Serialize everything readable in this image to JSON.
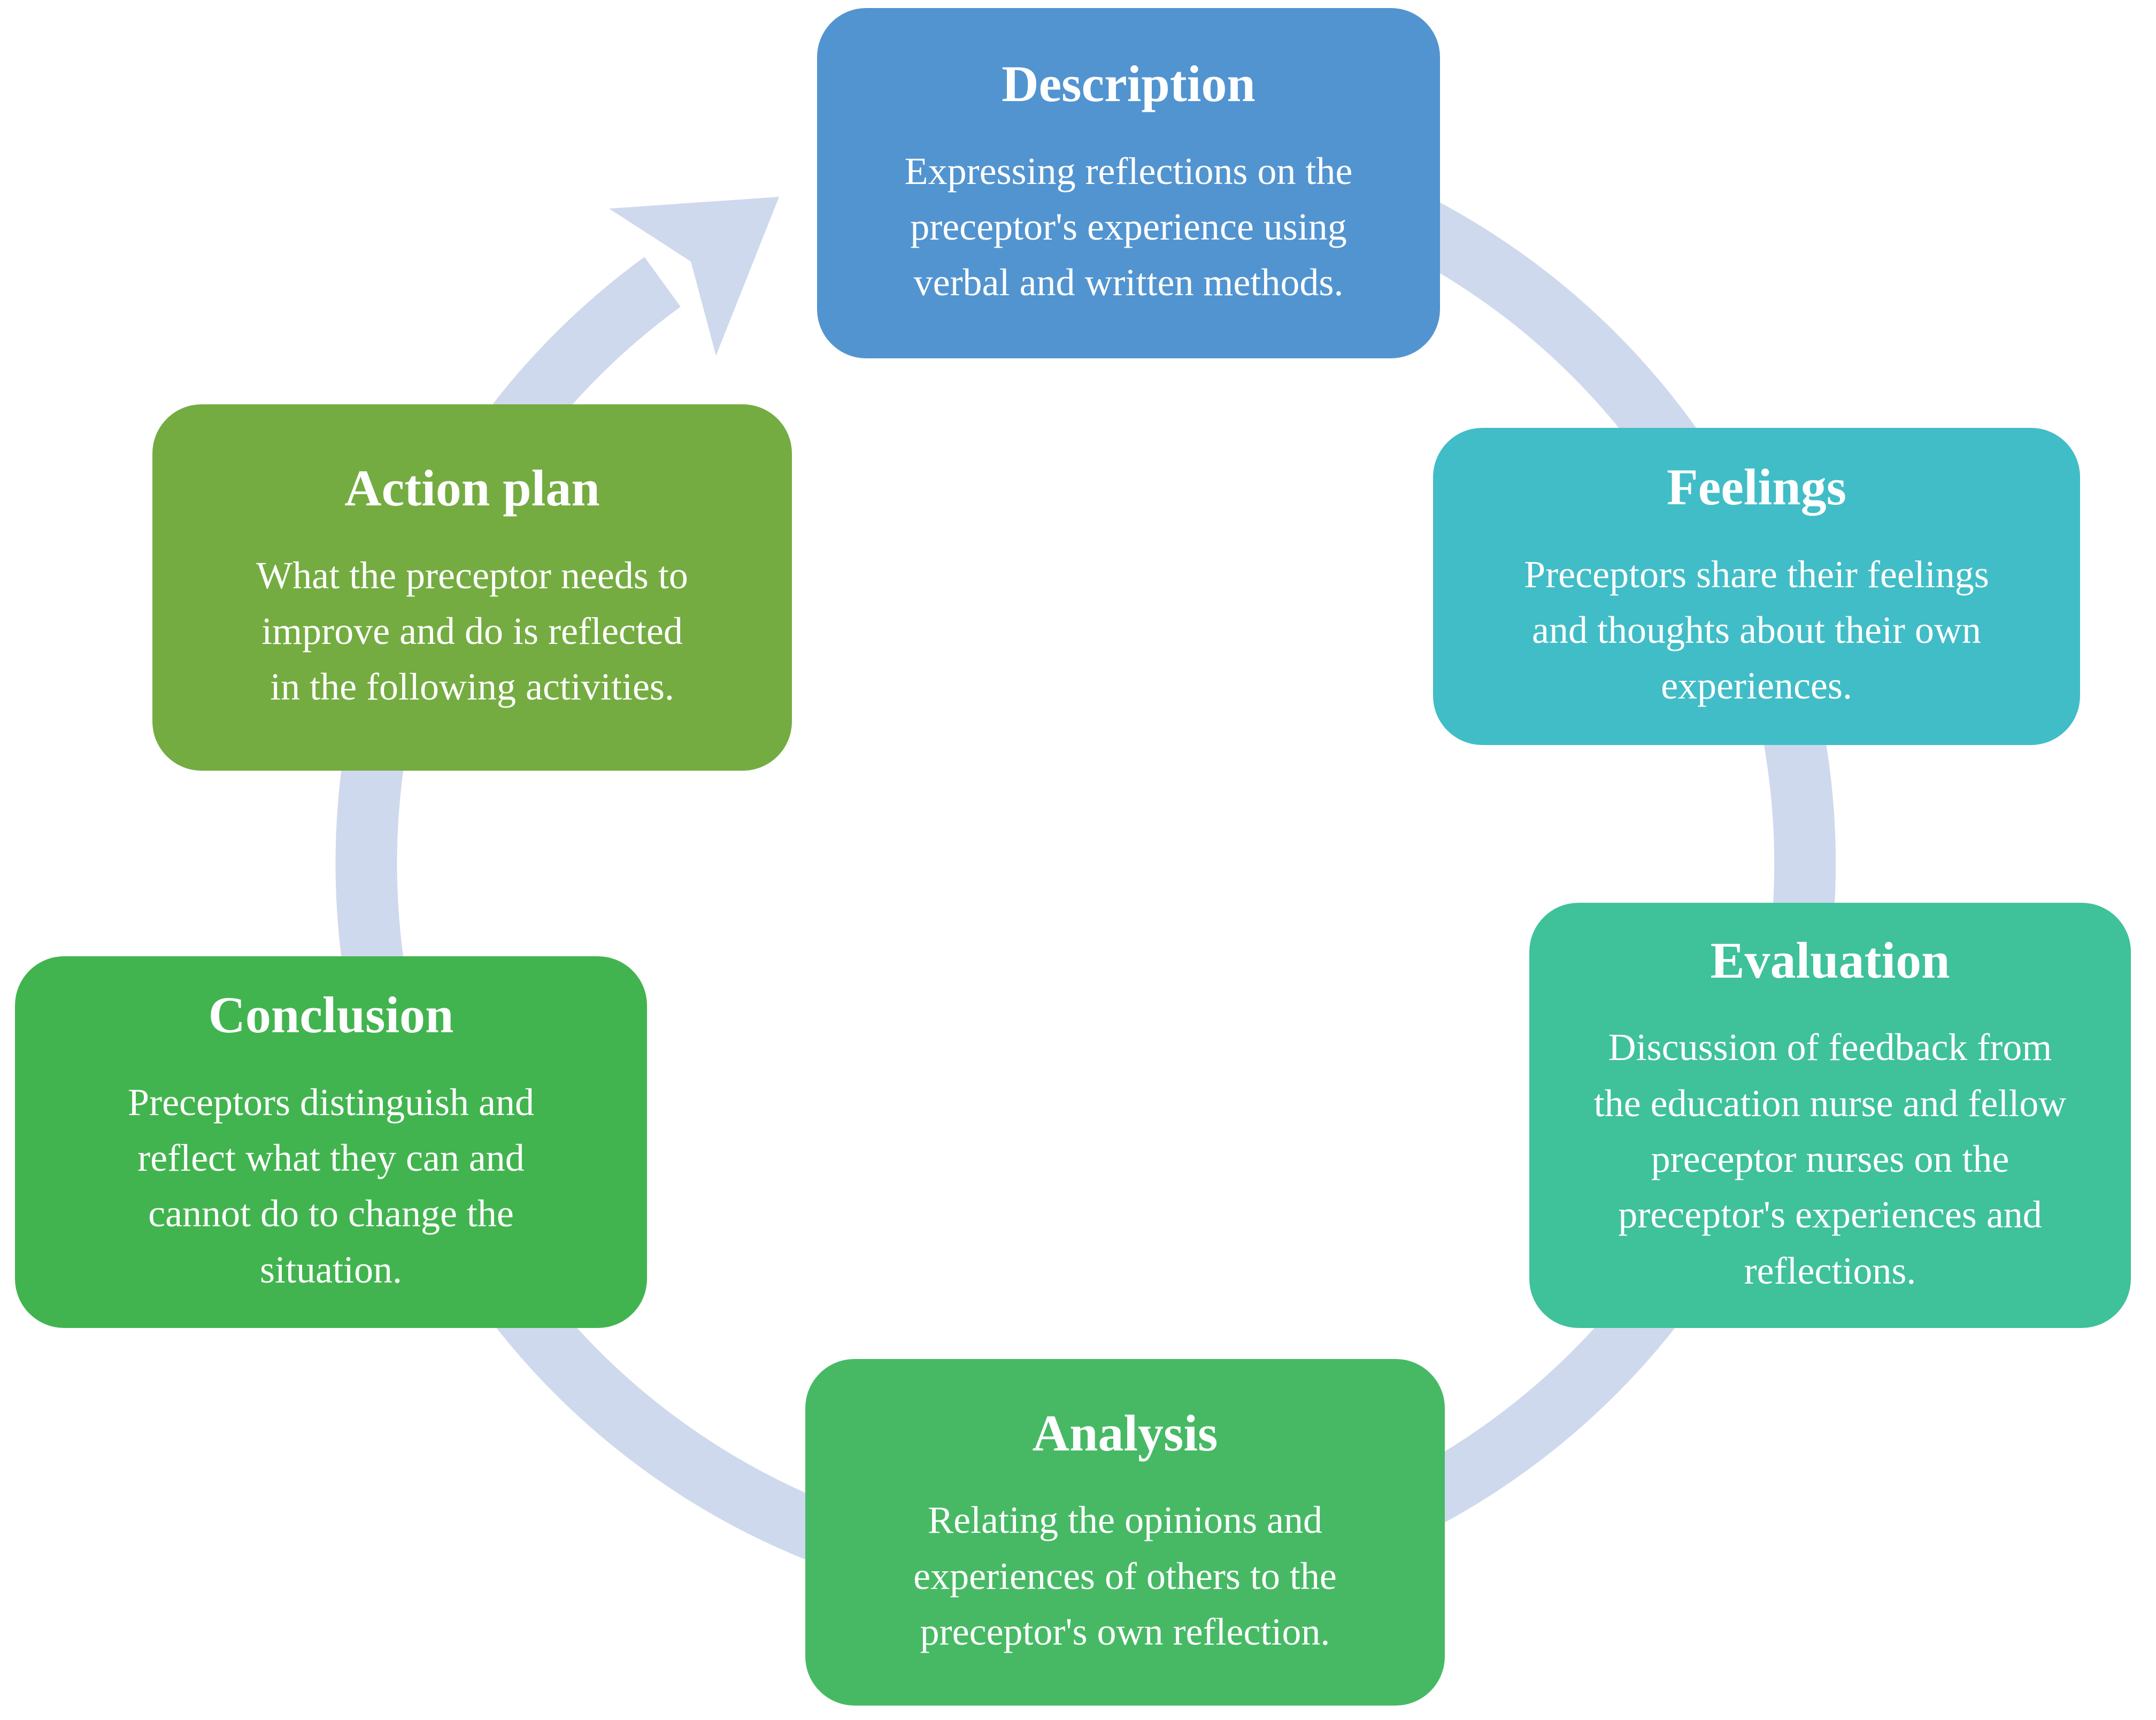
{
  "diagram": {
    "arrow_color": "#CFD9ED",
    "text_color": "#FFFFFF",
    "steps": [
      {
        "title": "Description",
        "body": "Expressing reflections on the preceptor's experience using verbal and written methods.",
        "color": "#5294D0"
      },
      {
        "title": "Feelings",
        "body": "Preceptors share their feelings and thoughts about their own experiences.",
        "color": "#41BDC7"
      },
      {
        "title": "Evaluation",
        "body": "Discussion of feedback from the education nurse and fellow preceptor nurses on the preceptor's experiences and reflections.",
        "color": "#3FC19A"
      },
      {
        "title": "Analysis",
        "body": "Relating the opinions and experiences of others to the preceptor's own reflection.",
        "color": "#47B965"
      },
      {
        "title": "Conclusion",
        "body": "Preceptors distinguish and reflect what they can and cannot do to change the situation.",
        "color": "#42B44F"
      },
      {
        "title": "Action plan",
        "body": "What the preceptor needs to improve and do is reflected in the following activities.",
        "color": "#74AC41"
      }
    ]
  }
}
